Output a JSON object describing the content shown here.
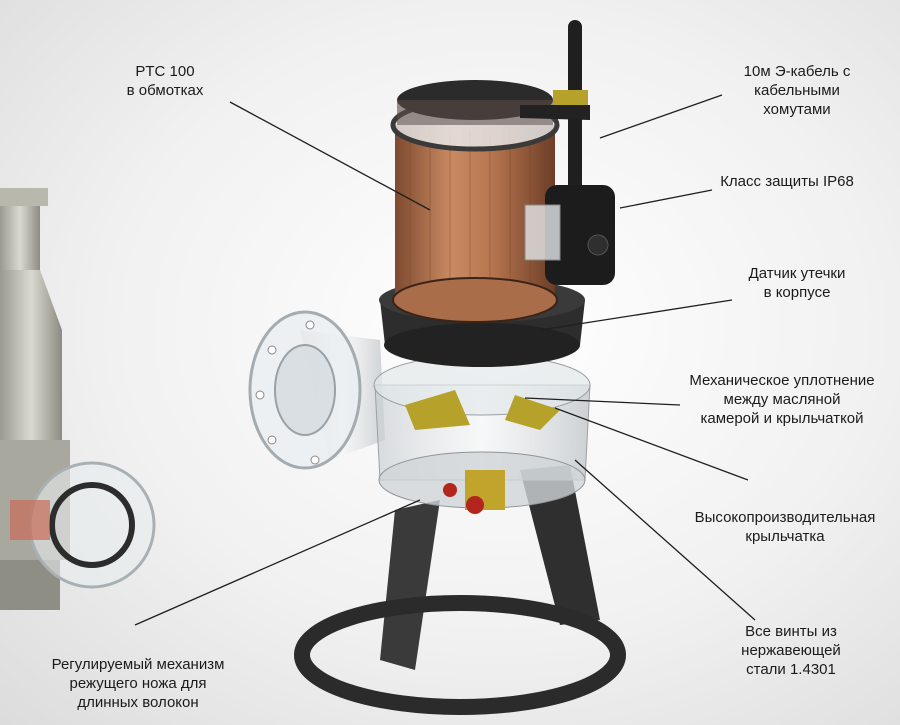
{
  "labels": {
    "ptc": [
      "PTC 100",
      "в обмотках"
    ],
    "cable": [
      "10м Э-кабель с",
      "кабельными",
      "хомутами"
    ],
    "ip68": [
      "Класс защиты IP68"
    ],
    "leak": [
      "Датчик утечки",
      "в корпусе"
    ],
    "seal": [
      "Механическое уплотнение",
      "между масляной",
      "камерой и крыльчаткой"
    ],
    "impeller": [
      "Высокопроизводительная",
      "крыльчатка"
    ],
    "screws": [
      "Все винты из",
      "нержавеющей",
      "стали 1.4301"
    ],
    "cutter": [
      "Регулируемый механизм",
      "режущего ножа для",
      "длинных волокон"
    ]
  },
  "colors": {
    "motor_copper": "#b8754e",
    "flange_black": "#2a2a2a",
    "stand_black": "#333333",
    "accent_yellow": "#b6a22a",
    "leader_line": "#1f1f1f"
  }
}
